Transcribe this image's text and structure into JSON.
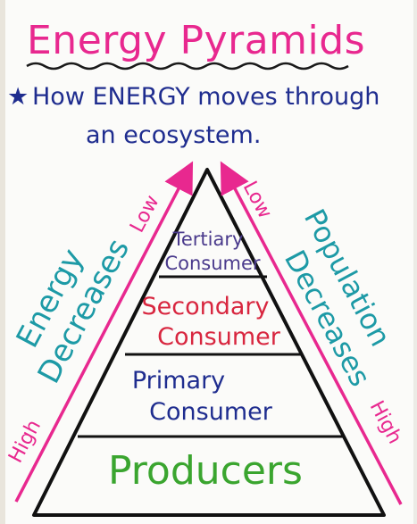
{
  "title": "Energy Pyramids",
  "subtitle_line1": "How ENERGY moves through",
  "subtitle_line2": "an ecosystem.",
  "bullet_symbol": "★",
  "tiers": [
    {
      "line1": "Tertiary",
      "line2": "Consumer",
      "color": "#4a3a8c"
    },
    {
      "line1": "Secondary",
      "line2": "Consumer",
      "color": "#d8263f"
    },
    {
      "line1": "Primary",
      "line2": "Consumer",
      "color": "#1f2d8f"
    },
    {
      "line1": "Producers",
      "line2": "",
      "color": "#3aa52f"
    }
  ],
  "left_side": {
    "line1": "Energy",
    "line2": "Decreases",
    "low": "Low",
    "high": "High",
    "color": "#1d9aa6",
    "arrow_color": "#e8288f"
  },
  "right_side": {
    "line1": "Population",
    "line2": "Decreases",
    "low": "Low",
    "high": "High",
    "color": "#1d9aa6",
    "arrow_color": "#e8288f"
  },
  "colors": {
    "title": "#e8288f",
    "subtitle": "#1f2d8f",
    "outline": "#111111",
    "underline": "#1a1a1a"
  }
}
